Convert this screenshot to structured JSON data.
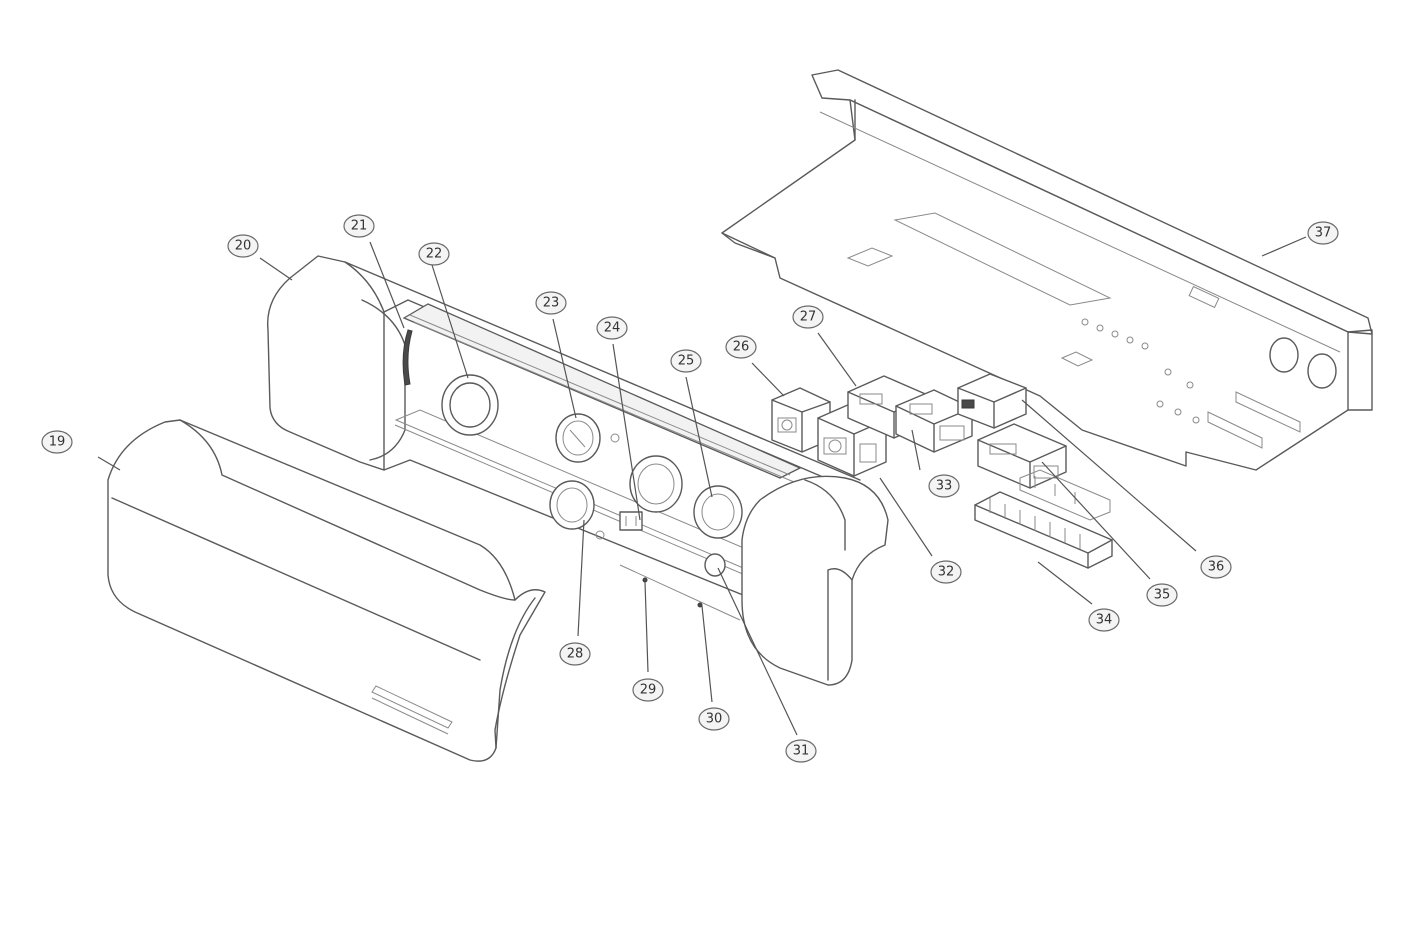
{
  "callouts": [
    {
      "id": "c19",
      "text": "19"
    },
    {
      "id": "c20",
      "text": "20"
    },
    {
      "id": "c21",
      "text": "21"
    },
    {
      "id": "c22",
      "text": "22"
    },
    {
      "id": "c23",
      "text": "23"
    },
    {
      "id": "c24",
      "text": "24"
    },
    {
      "id": "c25",
      "text": "25"
    },
    {
      "id": "c26",
      "text": "26"
    },
    {
      "id": "c27",
      "text": "27"
    },
    {
      "id": "c28",
      "text": "28"
    },
    {
      "id": "c29",
      "text": "29"
    },
    {
      "id": "c30",
      "text": "30"
    },
    {
      "id": "c31",
      "text": "31"
    },
    {
      "id": "c32",
      "text": "32"
    },
    {
      "id": "c33",
      "text": "33"
    },
    {
      "id": "c34",
      "text": "34"
    },
    {
      "id": "c35",
      "text": "35"
    },
    {
      "id": "c36",
      "text": "36"
    },
    {
      "id": "c37",
      "text": "37"
    }
  ]
}
